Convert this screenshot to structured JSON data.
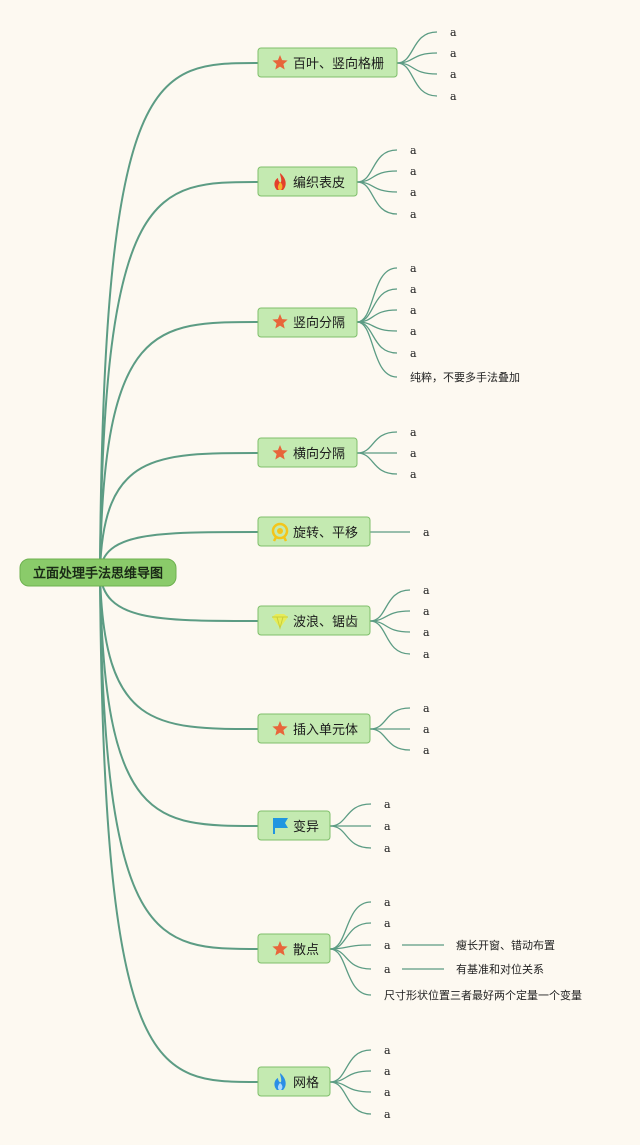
{
  "root": {
    "label": "立面处理手法思维导图"
  },
  "branches": [
    {
      "label": "百叶、竖向格栅",
      "icon": "star-icon",
      "leaves": [
        "a",
        "a",
        "a",
        "a"
      ]
    },
    {
      "label": "编织表皮",
      "icon": "fire-icon",
      "leaves": [
        "a",
        "a",
        "a",
        "a"
      ]
    },
    {
      "label": "竖向分隔",
      "icon": "star-icon",
      "leaves": [
        "a",
        "a",
        "a",
        "a",
        "a"
      ],
      "notes": [
        "纯粹，不要多手法叠加"
      ]
    },
    {
      "label": "横向分隔",
      "icon": "star-icon",
      "leaves": [
        "a",
        "a",
        "a"
      ]
    },
    {
      "label": "旋转、平移",
      "icon": "badge-icon",
      "leaves": [
        "a"
      ]
    },
    {
      "label": "波浪、锯齿",
      "icon": "diamond-icon",
      "leaves": [
        "a",
        "a",
        "a",
        "a"
      ]
    },
    {
      "label": "插入单元体",
      "icon": "star-icon",
      "leaves": [
        "a",
        "a",
        "a"
      ]
    },
    {
      "label": "变异",
      "icon": "flag-icon",
      "leaves": [
        "a",
        "a",
        "a"
      ]
    },
    {
      "label": "散点",
      "icon": "star-icon",
      "leaves": [
        "a",
        "a",
        "a",
        "a"
      ],
      "sub": [
        {
          "leaf_index": 2,
          "text": "瘦长开窗、错动布置"
        },
        {
          "leaf_index": 3,
          "text": "有基准和对位关系"
        }
      ],
      "notes": [
        "尺寸形状位置三者最好两个定量一个变量"
      ]
    },
    {
      "label": "网格",
      "icon": "flame-blue-icon",
      "leaves": [
        "a",
        "a",
        "a",
        "a"
      ]
    }
  ],
  "colors": {
    "background": "#fdf9f1",
    "line": "#5c9c84",
    "root_fill": "#8acb6a",
    "node_fill": "#c4eab1",
    "star": "#e8653a",
    "fire": "#e2402a",
    "flag": "#2196e0",
    "badge": "#f3c61a",
    "diamond": "#e7ec58",
    "flame_blue": "#2a8ee6"
  }
}
